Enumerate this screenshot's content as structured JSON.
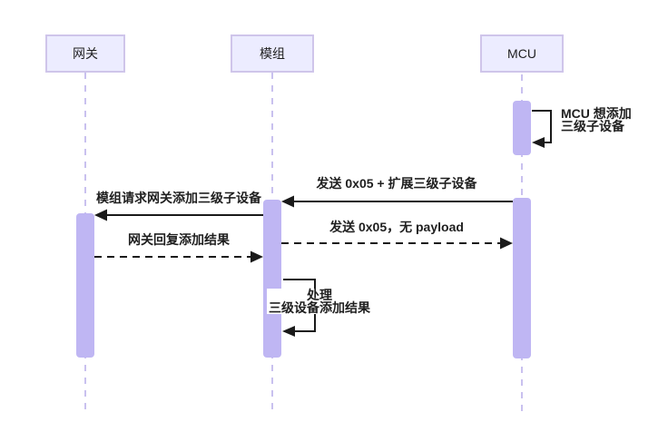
{
  "diagram": {
    "type": "sequence-diagram",
    "colors": {
      "actor_fill": "#ECECFF",
      "actor_border": "#CFC5EA",
      "activation_fill": "#BFB6F3",
      "lifeline": "#C9C1EF",
      "message_line": "#1a1a1a",
      "text": "#1f1f1f",
      "bg": "#ffffff"
    },
    "actors": [
      {
        "id": "gateway",
        "label": "网关"
      },
      {
        "id": "module",
        "label": "模组"
      },
      {
        "id": "mcu",
        "label": "MCU"
      }
    ],
    "messages": [
      {
        "id": "mcu-self-note",
        "kind": "self",
        "actor": "MCU",
        "lines": [
          "MCU 想添加",
          "三级子设备"
        ]
      },
      {
        "id": "send-0x05-extended",
        "kind": "solid",
        "from": "MCU",
        "to": "模组",
        "label": "发送 0x05 + 扩展三级子设备"
      },
      {
        "id": "module-request-gateway",
        "kind": "solid",
        "from": "模组",
        "to": "网关",
        "label": "模组请求网关添加三级子设备"
      },
      {
        "id": "send-0x05-no-payload",
        "kind": "dashed",
        "from": "模组",
        "to": "MCU",
        "label": "发送 0x05，无 payload"
      },
      {
        "id": "gateway-reply-result",
        "kind": "dashed",
        "from": "网关",
        "to": "模组",
        "label": "网关回复添加结果"
      },
      {
        "id": "module-self-process",
        "kind": "self",
        "actor": "模组",
        "lines": [
          "处理",
          "三级设备添加结果"
        ]
      }
    ]
  }
}
